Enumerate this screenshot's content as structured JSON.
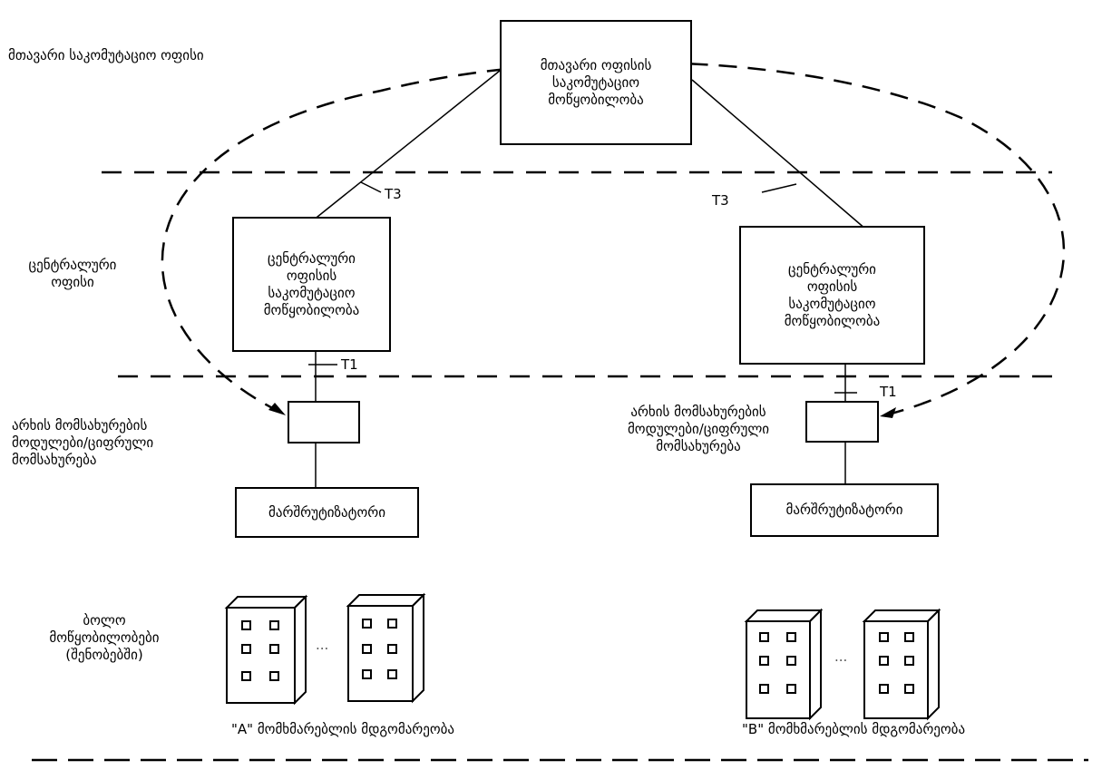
{
  "levels": {
    "main_office": "მთავარი საკომუტაციო ოფისი",
    "central_office": "ცენტრალური\nოფისი",
    "channel_modules": "არხის მომსახურების\nმოდულები/ციფრული\nმომსახურება",
    "end_devices": "ბოლო\nმოწყობილობები\n(შენობებში)"
  },
  "boxes": {
    "main_switch": "მთავარი ოფისის\nსაკომუტაციო\nმოწყობილობა",
    "central_switch_left": "ცენტრალური\nოფისის\nსაკომუტაციო\nმოწყობილობა",
    "central_switch_right": "ცენტრალური\nოფისის\nსაკომუტაციო\nმოწყობილობა",
    "router_left": "მარშრუტიზატორი",
    "router_right": "მარშრუტიზატორი"
  },
  "right_module_label": "არხის მომსახურების\nმოდულები/ციფრული\nმომსახურება",
  "links": {
    "t3_left": "T3",
    "t3_right": "T3",
    "t1_left": "T1",
    "t1_right": "T1"
  },
  "ellipsis_left": "...",
  "ellipsis_right": "...",
  "customers": {
    "a": "\"A\" მომხმარებლის მდგომარეობა",
    "b": "\"B\" მომხმარებლის მდგომარეობა"
  }
}
